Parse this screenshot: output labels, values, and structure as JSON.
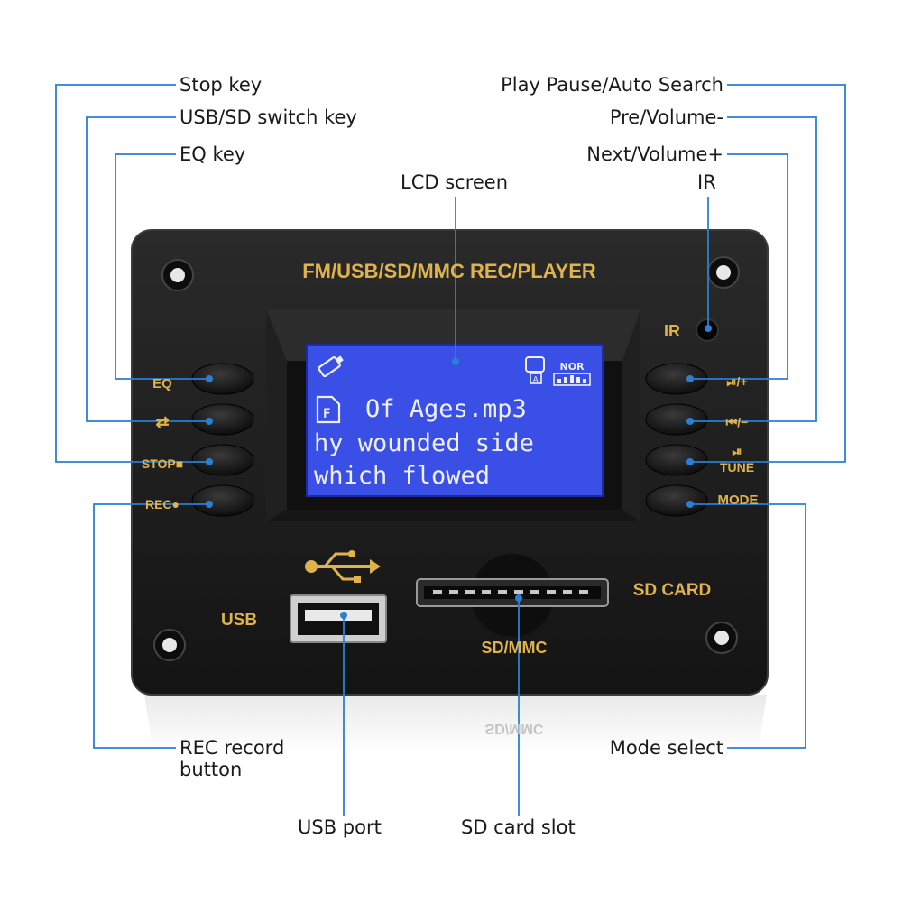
{
  "callouts": {
    "stop_key": "Stop key",
    "usb_sd_switch_key": "USB/SD switch key",
    "eq_key": "EQ key",
    "lcd_screen": "LCD screen",
    "play_pause": "Play Pause/Auto Search",
    "pre_volume": "Pre/Volume-",
    "next_volume": "Next/Volume+",
    "ir": "IR",
    "rec_record_line1": "REC record",
    "rec_record_line2": "button",
    "usb_port": "USB port",
    "sd_card_slot": "SD card slot",
    "mode_select": "Mode select"
  },
  "panel": {
    "title": "FM/USB/SD/MMC REC/PLAYER",
    "ir_label": "IR",
    "left_buttons": [
      "EQ",
      "⇄",
      "STOP■",
      "REC●"
    ],
    "right_buttons": [
      "⏯/+",
      "⏮/−",
      "⏯",
      "MODE"
    ],
    "tune_label": "TUNE",
    "usb_label": "USB",
    "sd_card_label": "SD CARD",
    "sd_mmc_label": "SD/MMC",
    "reflection_label": "SD/MMC"
  },
  "lcd": {
    "badge_top": "NOR",
    "line1": "Of Ages.mp3",
    "line2": "hy wounded side",
    "line3": "which flowed"
  },
  "colors": {
    "leader_line": "#2a7fd4",
    "panel_body": "#1b1b1b",
    "panel_label": "#e0b24a",
    "lcd_background": "#3a4fe6",
    "lcd_text": "#eef0ff"
  }
}
